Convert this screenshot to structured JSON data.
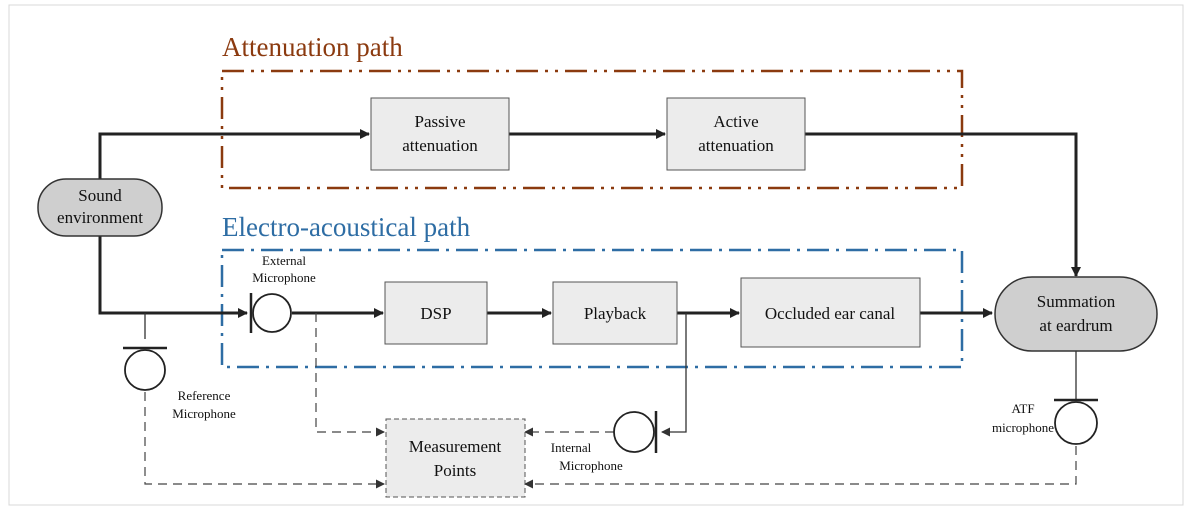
{
  "colors": {
    "attenuation": "#8b3a0f",
    "electro": "#2e6da4",
    "box_fill": "#ececec",
    "terminal_fill": "#cfcfcf",
    "line": "#222222"
  },
  "groups": {
    "attenuation_title": "Attenuation path",
    "electro_title": "Electro-acoustical path"
  },
  "nodes": {
    "sound_env": [
      "Sound",
      "environment"
    ],
    "passive": [
      "Passive",
      "attenuation"
    ],
    "active": [
      "Active",
      "attenuation"
    ],
    "dsp": "DSP",
    "playback": "Playback",
    "occluded": "Occluded ear canal",
    "summation": [
      "Summation",
      "at eardrum"
    ],
    "measurement": [
      "Measurement",
      "Points"
    ]
  },
  "microphones": {
    "external": [
      "External",
      "Microphone"
    ],
    "reference": [
      "Reference",
      "Microphone"
    ],
    "internal": [
      "Internal",
      "Microphone"
    ],
    "atf": [
      "ATF",
      "microphone"
    ]
  }
}
